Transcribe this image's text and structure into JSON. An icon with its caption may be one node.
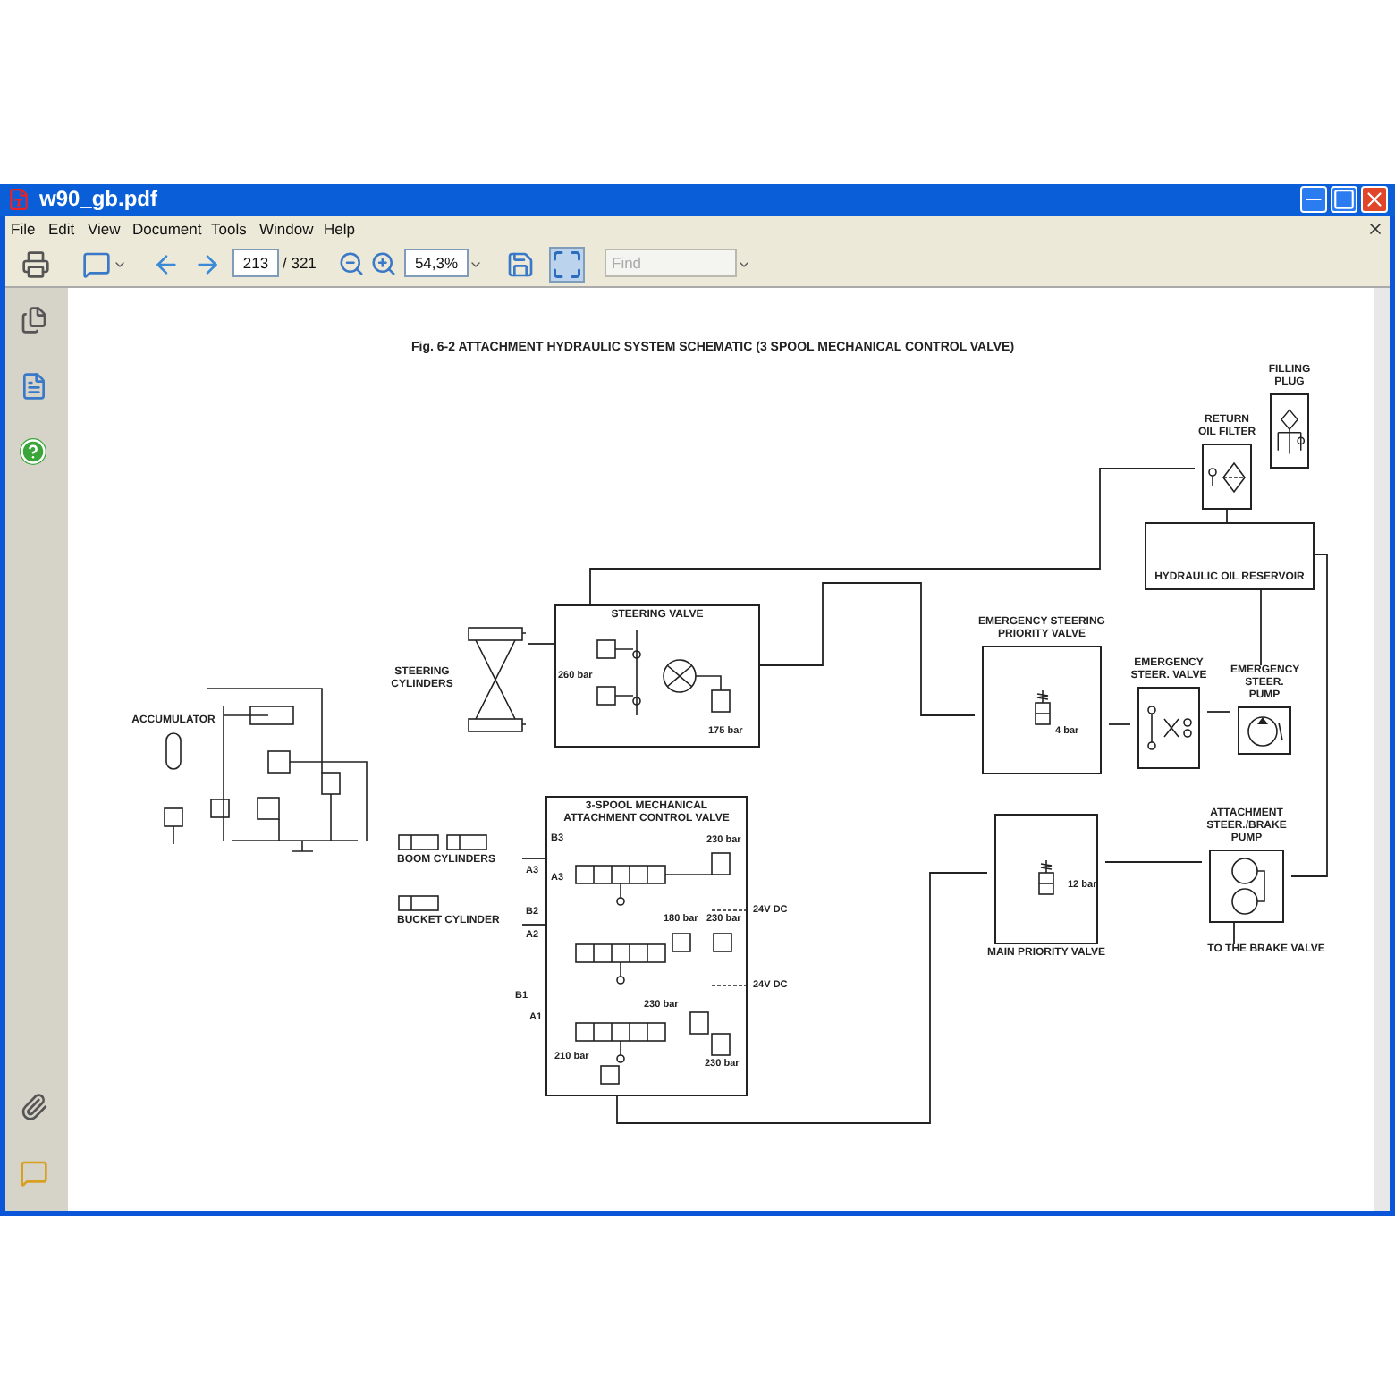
{
  "diagram": {
    "title": "Fig. 6-2 ATTACHMENT HYDRAULIC SYSTEM SCHEMATIC (3 SPOOL MECHANICAL CONTROL VALVE)",
    "nodes": [
      {
        "text": [
          "STEERING VALVE"
        ]
      },
      {
        "text": [
          "STEERING CYLINDERS"
        ]
      },
      {
        "text": [
          "ACCUMULATOR"
        ]
      },
      {
        "text": [
          "3-SPOOL MECHANICAL ATTACHMENT CONTROL VALVE"
        ]
      },
      {
        "text": [
          "BOOM CYLINDERS"
        ]
      },
      {
        "text": [
          "BUCKET CYLINDER"
        ]
      },
      {
        "text": [
          "EMERGENCY STEERING PRIORITY VALVE"
        ]
      },
      {
        "text": [
          "EMERGENCY STEER. VALVE"
        ]
      },
      {
        "text": [
          "EMERGENCY STEER. PUMP"
        ]
      },
      {
        "text": [
          "MAIN PRIORITY VALVE"
        ]
      },
      {
        "text": [
          "ATTACHMENT STEER./BRAKE PUMP"
        ]
      },
      {
        "text": [
          "RETURN OIL FILTER"
        ]
      },
      {
        "text": [
          "FILLING PLUG"
        ]
      },
      {
        "text": [
          "HYDRAULIC OIL RESERVOIR"
        ]
      },
      {
        "text": [
          "TO THE BRAKE VALVE"
        ]
      }
    ],
    "edges": [
      {
        "from": 1,
        "to": 0,
        "arrow": "none"
      },
      {
        "from": 4,
        "to": 3,
        "arrow": "none"
      },
      {
        "from": 5,
        "to": 3,
        "arrow": "none"
      },
      {
        "from": 9,
        "to": 3,
        "arrow": "none"
      },
      {
        "from": 10,
        "to": 9,
        "arrow": "none"
      },
      {
        "from": 8,
        "to": 7,
        "arrow": "none"
      },
      {
        "from": 7,
        "to": 6,
        "arrow": "none"
      },
      {
        "from": 6,
        "to": 0,
        "arrow": "none"
      },
      {
        "from": 13,
        "to": 11,
        "arrow": "none"
      },
      {
        "from": 13,
        "to": 8,
        "arrow": "none"
      },
      {
        "from": 13,
        "to": 10,
        "arrow": "none"
      },
      {
        "from": 10,
        "to": 14,
        "arrow": "none"
      },
      {
        "from": 11,
        "to": 0,
        "arrow": "none"
      }
    ],
    "labels": [
      "w90_gb.pdf",
      "File",
      "Edit",
      "View",
      "Document",
      "Tools",
      "Window",
      "Help",
      "213",
      "/ 321",
      "54,3%",
      "Find",
      "260 bar",
      "175 bar",
      "4 bar",
      "12 bar",
      "B3",
      "A3",
      "A3",
      "B2",
      "A2",
      "230 bar",
      "24V DC",
      "180 bar",
      "230 bar",
      "24V DC",
      "B1",
      "A1",
      "230 bar",
      "230 bar",
      "210 bar"
    ]
  }
}
